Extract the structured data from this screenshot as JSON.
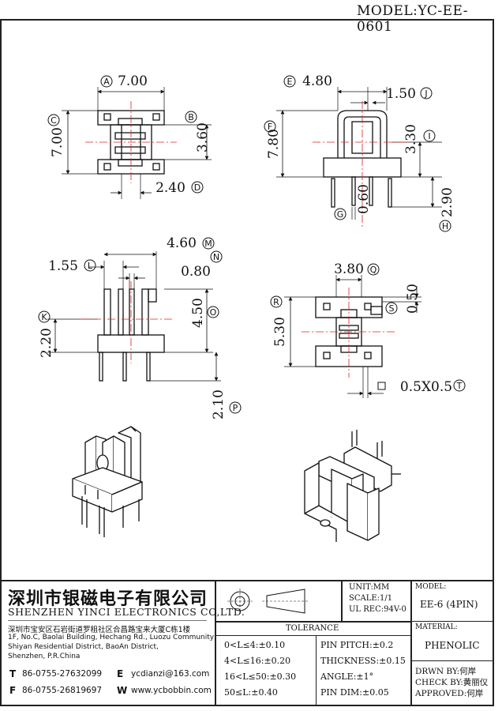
{
  "header": {
    "model_code": "MODEL:YC-EE-0601"
  },
  "dimensions": {
    "top_view": {
      "A": "7.00",
      "B": "3.60",
      "C": "7.00",
      "D": "2.40"
    },
    "side_view": {
      "E": "4.80",
      "J": "1.50",
      "F": "7.80",
      "I": "3.30",
      "G": "0.60",
      "H": "2.90"
    },
    "front_view": {
      "M": "4.60",
      "L": "1.55",
      "N": "0.80",
      "O": "4.50",
      "K": "2.20",
      "P": "2.10"
    },
    "bottom_view": {
      "Q": "3.80",
      "S": "0.50",
      "R": "5.30",
      "T": "0.5X0.5"
    }
  },
  "letters": {
    "A": "A",
    "B": "B",
    "C": "C",
    "D": "D",
    "E": "E",
    "F": "F",
    "G": "G",
    "H": "H",
    "I": "I",
    "J": "J",
    "K": "K",
    "L": "L",
    "M": "M",
    "N": "N",
    "O": "O",
    "P": "P",
    "Q": "Q",
    "R": "R",
    "S": "S",
    "T": "T"
  },
  "title_block": {
    "company_cn": "深圳市银磁电子有限公司",
    "company_en": "SHENZHEN YINCI ELECTRONICS CO,LTD.",
    "address_cn": "深圳市宝安区石岩街道罗租社区合昌路宝来大厦C栋1楼",
    "address_en_1": "1F, No.C, Baolai Building, Hechang Rd., Luozu Community,",
    "address_en_2": "Shiyan Residential District, BaoAn District,",
    "address_en_3": "Shenzhen, P.R.China",
    "tel_label": "T",
    "tel": "86-0755-27632099",
    "fax_label": "F",
    "fax": "86-0755-26819697",
    "email_label": "E",
    "email": "ycdianzi@163.com",
    "web_label": "W",
    "web": "www.ycbobbin.com",
    "unit": "UNIT:MM",
    "scale": "SCALE:1/1",
    "ul_rec": "UL REC:94V-0",
    "model_label": "MODEL:",
    "model_value": "EE-6 (4PIN)",
    "material_label": "MATERIAL:",
    "material_value": "PHENOLIC",
    "tolerance_title": "TOLERANCE",
    "tolerances": [
      "0<L≤4:±0.10",
      "4<L≤16:±0.20",
      "16<L≤50:±0.30",
      "50≤L:±0.40"
    ],
    "pin_specs": [
      "PIN PITCH:±0.2",
      "THICKNESS:±0.15",
      "ANGLE:±1°",
      "PIN DIM:±0.05"
    ],
    "drawn_by": "DRWN BY:何岸",
    "checked_by": "CHECK BY:黄丽仪",
    "approved_by": "APPROVED:何岸"
  }
}
